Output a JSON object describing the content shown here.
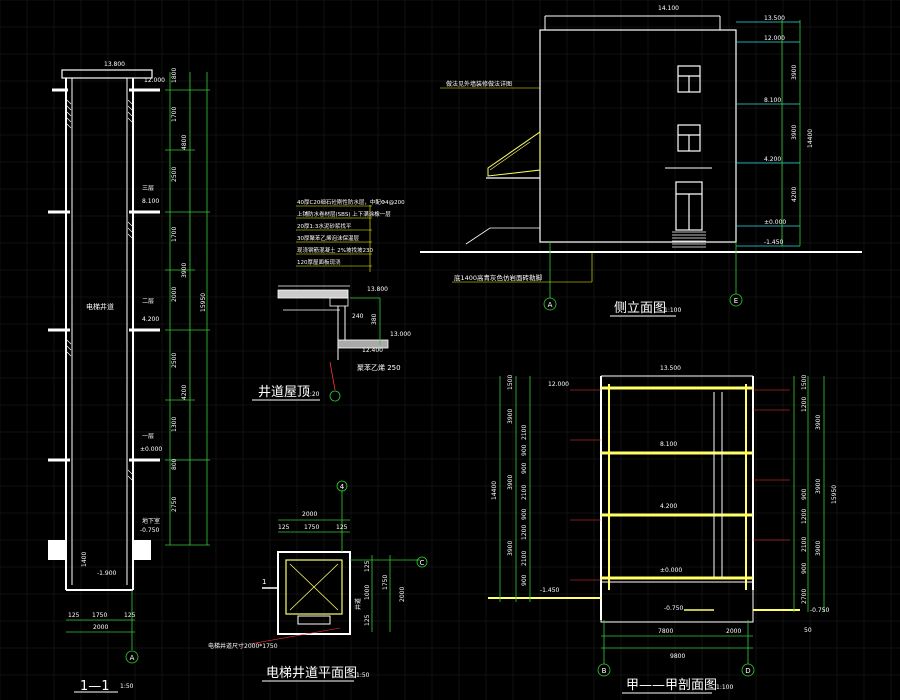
{
  "drawings": {
    "section_1_1": {
      "title": "1—1",
      "scale": "1:50",
      "label_shaft": "电梯井道",
      "floor_labels": [
        "三层",
        "二层",
        "一层",
        "地下室"
      ],
      "levels": [
        "13.800",
        "12.000",
        "8.100",
        "4.200",
        "±0.000",
        "-0.750",
        "-1.900"
      ],
      "right_dims": [
        "1800",
        "1700",
        "2500",
        "1700",
        "2000",
        "2500",
        "1300",
        "800",
        "2750",
        "4800",
        "3900",
        "4200",
        "15950"
      ],
      "bottom_dims": [
        "125",
        "1750",
        "125",
        "2000"
      ],
      "pit_dim": "1400",
      "axis": "A"
    },
    "shaft_roof": {
      "title": "井道屋顶",
      "scale": "1:20",
      "notes": [
        "40厚C20细石砼刚性防水层，中配Φ4@200",
        "上铺防水卷材层(SBS) 上下满涂橡一层",
        "20厚1:3水泥砂浆找平",
        "30厚聚苯乙烯泡沫保温层",
        "现浇钢筋混凝土 2%坡找坡230",
        "120厚屋面板现浇"
      ],
      "dims": [
        "240",
        "380",
        "13.800",
        "13.000",
        "12.400"
      ],
      "side_note": "聚苯乙烯 250"
    },
    "shaft_plan": {
      "title": "电梯井道平面图",
      "scale": "1:50",
      "note": "电梯井道尺寸2000*1750",
      "top_dims": [
        "2000",
        "125",
        "1750",
        "125"
      ],
      "right_dims": [
        "125",
        "1000",
        "1750",
        "125",
        "2000"
      ],
      "side_label": "井道",
      "axes": [
        "4",
        "C"
      ],
      "section_mark": "1"
    },
    "side_elevation": {
      "title": "侧立面图",
      "scale": "1:100",
      "leader_note": "做法见外墙装修做法详图",
      "bottom_note": "底1400高青灰色仿岩面砖勒脚",
      "levels": [
        "14.100",
        "13.500",
        "12.000",
        "8.100",
        "4.200",
        "±0.000",
        "-1.450"
      ],
      "dims": [
        "3900",
        "3900",
        "14400",
        "4200"
      ],
      "axes": [
        "A",
        "E"
      ]
    },
    "section_jia": {
      "title": "甲——甲剖面图",
      "scale": "1:100",
      "levels": [
        "13.500",
        "12.000",
        "8.100",
        "4.200",
        "±0.000",
        "-1.450",
        "-0.750",
        "-0.750"
      ],
      "left_dims": [
        "1500",
        "3900",
        "2100",
        "900",
        "3900",
        "900",
        "2100",
        "900",
        "3900",
        "1200",
        "2100",
        "900",
        "14400"
      ],
      "right_dims": [
        "1500",
        "1200",
        "3900",
        "3900",
        "900",
        "1200",
        "2100",
        "3900",
        "900",
        "2700",
        "15950"
      ],
      "bottom_dims": [
        "7800",
        "2000",
        "9800"
      ],
      "axes": [
        "B",
        "D"
      ],
      "side_mark": "50"
    }
  },
  "colors": {
    "background": "#000000",
    "grid": "#1f1f1f",
    "wall": "#ffffff",
    "slab": "#ffff66",
    "dim": "#33cc33",
    "level": "#33dddd",
    "axis": "#33cc33",
    "leader": "#ff3333",
    "text": "#ffffff",
    "note_line": "#ffff00"
  }
}
